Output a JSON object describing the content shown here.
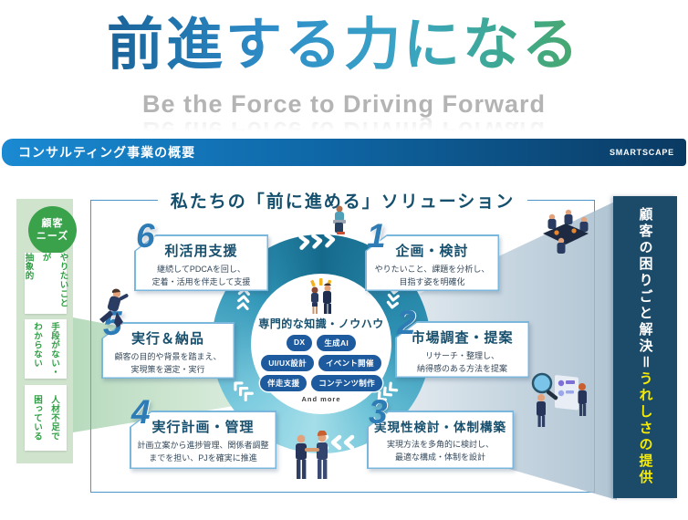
{
  "hero": {
    "title": "前進する力になる",
    "subtitle": "Be the Force to Driving Forward"
  },
  "section_bar": {
    "title": "コンサルティング事業の概要",
    "brand": "SMARTSCAPE"
  },
  "diagram": {
    "title": "私たちの「前に進める」ソリューション",
    "customer_needs": {
      "badge": "顧客\nニーズ",
      "items": [
        {
          "line1": "やりたいことが",
          "line2": "抽象的"
        },
        {
          "line1": "手段がない・",
          "line2": "わからない"
        },
        {
          "line1": "人材不足で",
          "line2": "困っている"
        }
      ]
    },
    "outcome": {
      "text_white": "顧客の困りごと解決",
      "equals": "＝",
      "text_yellow": "うれしさの提供"
    },
    "center": {
      "heading": "専門的な知識・ノウハウ",
      "pills": [
        "DX",
        "生成AI",
        "UI/UX設計",
        "イベント開催",
        "伴走支援",
        "コンテンツ制作"
      ],
      "more": "And more"
    },
    "steps": [
      {
        "num": "1",
        "title": "企画・検討",
        "desc": "やりたいこと、課題を分析し、\n目指す姿を明確化"
      },
      {
        "num": "2",
        "title": "市場調査・提案",
        "desc": "リサーチ・整理し、\n納得感のある方法を提案"
      },
      {
        "num": "3",
        "title": "実現性検討・体制構築",
        "desc": "実現方法を多角的に検討し、\n最適な構成・体制を設計"
      },
      {
        "num": "4",
        "title": "実行計画・管理",
        "desc": "計画立案から進捗管理、関係者調整\nまでを担い、PJを確実に推進"
      },
      {
        "num": "5",
        "title": "実行＆納品",
        "desc": "顧客の目的や背景を踏まえ、\n実現策を選定・実行"
      },
      {
        "num": "6",
        "title": "利活用支援",
        "desc": "継続してPDCAを回し、\n定着・活用を伴走して支援"
      }
    ]
  },
  "colors": {
    "hero_gradient_start": "#17426a",
    "hero_gradient_end": "#55a748",
    "bar_gradient_start": "#1a8ad2",
    "bar_gradient_end": "#0a3a62",
    "needs_green": "#3aa24b",
    "outcome_navy": "#1c4a69",
    "outcome_yellow": "#f7ec00",
    "pill_blue": "#1d5a9e",
    "step_number_blue": "#2e7cb5",
    "ring_teal_dark": "#156a8c",
    "ring_teal_light": "#a5dee9"
  }
}
